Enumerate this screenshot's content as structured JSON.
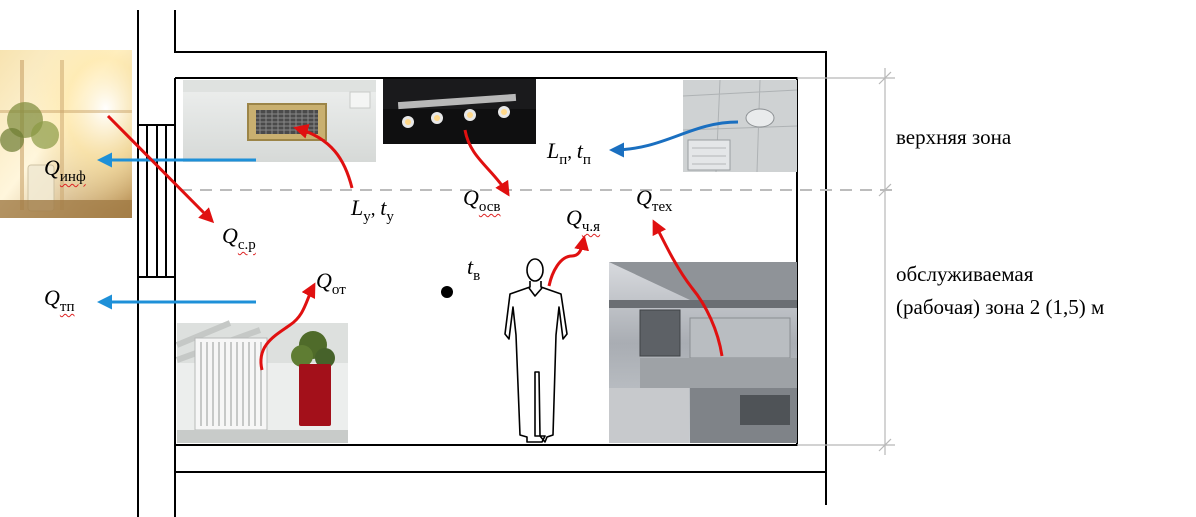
{
  "zones": {
    "upper": "верхняя зона",
    "working_line1": "обслуживаемая",
    "working_line2": "(рабочая) зона 2 (1,5) м"
  },
  "labels": {
    "q_inf": {
      "sym": "Q",
      "sub": "инф"
    },
    "q_sr": {
      "sym": "Q",
      "sub": "с.р"
    },
    "q_tp": {
      "sym": "Q",
      "sub": "тп"
    },
    "q_ot": {
      "sym": "Q",
      "sub": "от"
    },
    "q_osv": {
      "sym": "Q",
      "sub": "осв"
    },
    "q_chya": {
      "sym": "Q",
      "sub": "ч.я"
    },
    "q_teh": {
      "sym": "Q",
      "sub": "тех"
    },
    "t_v": {
      "sym": "t",
      "sub": "в"
    },
    "l_u": {
      "sym1": "L",
      "sub1": "у",
      "sep": ",",
      "sym2": "t",
      "sub2": "у"
    },
    "l_p": {
      "sym1": "L",
      "sub1": "п",
      "sep": ",",
      "sym2": "t",
      "sub2": "п"
    }
  },
  "colors": {
    "heat_arrow": "#e01010",
    "flow_arrow": "#1e90d8",
    "supply_arrow": "#1a6fc0",
    "dimension_line": "#b8b8b8",
    "wall": "#000000"
  },
  "icons": [
    "sunlit-window-photo",
    "supply-grille-photo",
    "track-light-photo",
    "ceiling-diffuser-photo",
    "radiator-photo",
    "kitchen-equipment-photo",
    "person-silhouette-icon",
    "sensor-dot-icon"
  ]
}
